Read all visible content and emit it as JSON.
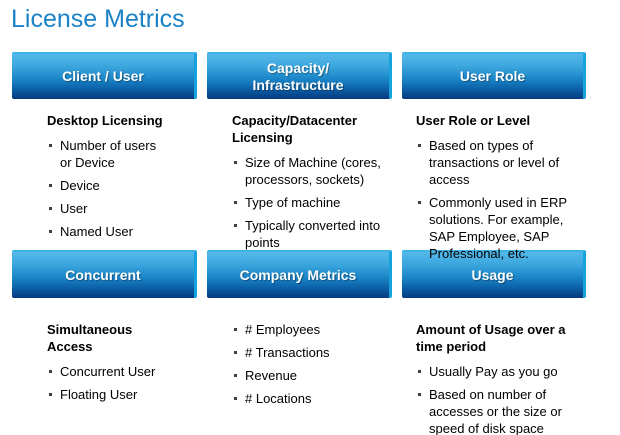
{
  "title": "License Metrics",
  "colors": {
    "title_blue": "#1b82c7",
    "header_gradient_top": "#55b9e9",
    "header_gradient_bottom": "#053a7d",
    "header_edge_highlight": "#16a2dd",
    "header_text": "#ffffff",
    "body_text": "#000000",
    "background": "#ffffff"
  },
  "sections": [
    {
      "header": "Client / User",
      "heading": "Desktop Licensing",
      "bullets": [
        "Number of users or Device",
        "Device",
        "User",
        "Named User"
      ]
    },
    {
      "header": "Capacity/\nInfrastructure",
      "heading": "Capacity/Datacenter Licensing",
      "bullets": [
        "Size  of Machine (cores, processors, sockets)",
        "Type of machine",
        "Typically converted into points"
      ]
    },
    {
      "header": "User Role",
      "heading": "User Role or Level",
      "bullets": [
        "Based on types of transactions or level of access",
        "Commonly used in ERP solutions.  For example,  SAP Employee, SAP Professional, etc."
      ]
    },
    {
      "header": "Concurrent",
      "heading": "Simultaneous Access",
      "bullets": [
        "Concurrent User",
        "Floating User"
      ]
    },
    {
      "header": "Company Metrics",
      "heading": "",
      "bullets": [
        "# Employees",
        "# Transactions",
        "Revenue",
        "# Locations"
      ]
    },
    {
      "header": "Usage",
      "heading": "Amount of Usage over a time period",
      "bullets": [
        "Usually Pay as you go",
        "Based on number of accesses or the size or speed of disk space"
      ]
    }
  ]
}
